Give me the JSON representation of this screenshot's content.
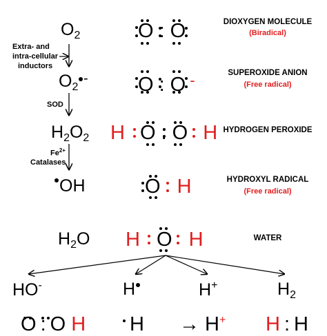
{
  "species": [
    {
      "formula_html": "O<sub>2</sub>",
      "lewis_html": "<span class=\"dot\">&#8943;</span>",
      "name": "DIOXYGEN MOLECULE",
      "sub": "(Biradical)"
    },
    {
      "name": "SUPEROXIDE ANION",
      "sub": "(Free radical)"
    },
    {
      "name": "HYDROGEN PEROXIDE",
      "sub": ""
    },
    {
      "name": "HYDROXYL RADICAL",
      "sub": "(Free radical)"
    },
    {
      "name": "WATER",
      "sub": ""
    }
  ],
  "steps": {
    "inductors_line1": "Extra- and",
    "inductors_line2": "intra-cellular",
    "inductors_line3": "inductors",
    "sod": "SOD",
    "fe": "Fe",
    "fe_charge": "2+",
    "catalases": "Catalases"
  },
  "products": {
    "p1": "HO",
    "p1_charge": "-",
    "p2": "H",
    "p3": "H",
    "p3_charge": "+",
    "p4": "H",
    "p4_sub": "2"
  },
  "colors": {
    "red": "#e01e1e",
    "black": "#000000"
  }
}
